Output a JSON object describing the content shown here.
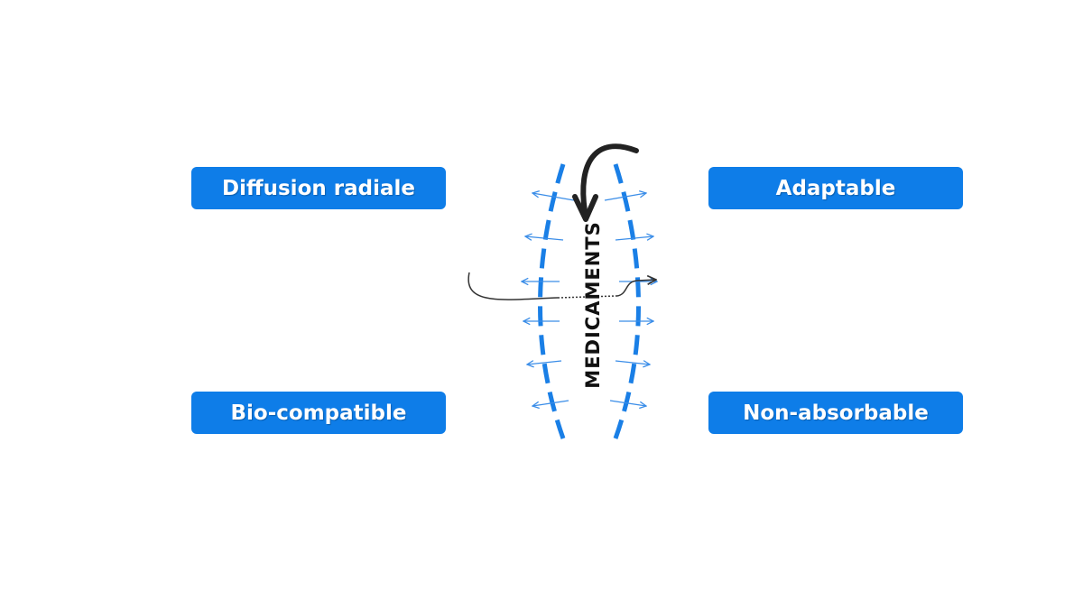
{
  "labels": {
    "top_left": "Diffusion radiale",
    "top_right": "Adaptable",
    "bottom_left": "Bio-compatible",
    "bottom_right": "Non-absorbable"
  },
  "center_word": "MEDICAMENTS",
  "colors": {
    "box_blue": "#0e7de8",
    "line_blue": "#1a7fe6",
    "arrow_blue": "#3a8de8",
    "dark": "#222222"
  },
  "icons": {
    "insertion_arrow": "curved-arrow-down-icon",
    "thread": "thread-arrow-icon"
  }
}
